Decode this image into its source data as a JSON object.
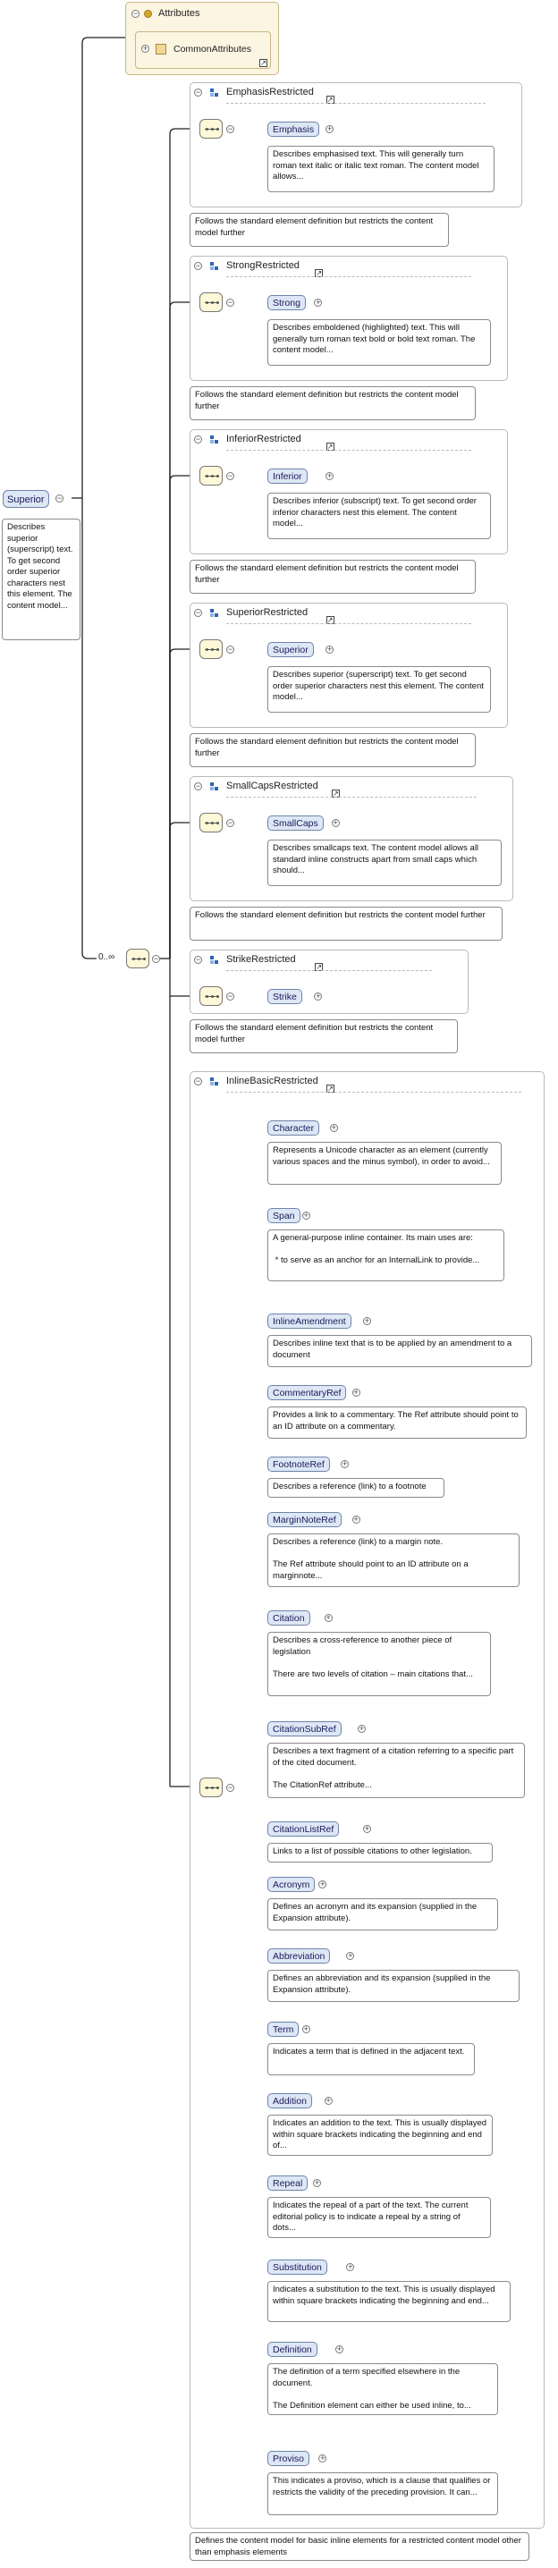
{
  "attributes": {
    "title": "Attributes",
    "common": "CommonAttributes"
  },
  "root": {
    "name": "Superior",
    "doc": "Describes superior (superscript) text. To get second order superior characters nest this element. The content model..."
  },
  "choice": {
    "occurrence": "0..∞"
  },
  "groups": [
    {
      "name": "EmphasisRestricted",
      "element": "Emphasis",
      "elem_doc": "Describes emphasised text. This will generally turn roman text italic or italic text roman. The content model allows...",
      "group_doc": "Follows the standard element definition but restricts the content model further"
    },
    {
      "name": "StrongRestricted",
      "element": "Strong",
      "elem_doc": "Describes emboldened (highlighted) text. This will generally turn roman text bold or bold text roman. The content model...",
      "group_doc": "Follows the standard element definition but restricts the content model further"
    },
    {
      "name": "InferiorRestricted",
      "element": "Inferior",
      "elem_doc": "Describes inferior (subscript) text. To get second order inferior characters nest this element. The content model...",
      "group_doc": "Follows the standard element definition but restricts the content model further"
    },
    {
      "name": "SuperiorRestricted",
      "element": "Superior",
      "elem_doc": "Describes superior (superscript) text. To get second order superior characters nest this element. The content model...",
      "group_doc": "Follows the standard element definition but restricts the content model further"
    },
    {
      "name": "SmallCapsRestricted",
      "element": "SmallCaps",
      "elem_doc": "Describes smallcaps text. The content model allows all standard inline constructs apart from small caps which should...",
      "group_doc": "Follows the standard element definition but restricts the content model further"
    },
    {
      "name": "StrikeRestricted",
      "element": "Strike",
      "elem_doc": "",
      "group_doc": "Follows the standard element definition but restricts the content model further"
    }
  ],
  "inline_basic": {
    "name": "InlineBasicRestricted",
    "group_doc": "Defines the content model for basic inline elements for a restricted content model other than emphasis elements",
    "elements": [
      {
        "name": "Character",
        "doc": "Represents a Unicode character as an element (currently various spaces and the minus symbol), in order to avoid..."
      },
      {
        "name": "Span",
        "doc": "A general-purpose inline container. Its main uses are:\n\n * to serve as an anchor for an InternalLink to provide..."
      },
      {
        "name": "InlineAmendment",
        "doc": "Describes inline text that is to be applied by an amendment to a document"
      },
      {
        "name": "CommentaryRef",
        "doc": "Provides a link to a commentary. The Ref attribute should point to an ID attribute on a commentary."
      },
      {
        "name": "FootnoteRef",
        "doc": "Describes a reference (link) to a footnote"
      },
      {
        "name": "MarginNoteRef",
        "doc": "Describes a reference (link) to a margin note.\n\nThe Ref attribute should point to an ID attribute on a marginnote..."
      },
      {
        "name": "Citation",
        "doc": "Describes a cross-reference to another piece of legislation\n\nThere are two levels of citation – main citations that..."
      },
      {
        "name": "CitationSubRef",
        "doc": "Describes a text fragment of a citation referring to a specific part of the cited document.\n\nThe CitationRef attribute..."
      },
      {
        "name": "CitationListRef",
        "doc": "Links to a list of possible citations to other legislation."
      },
      {
        "name": "Acronym",
        "doc": "Defines an acronym and its expansion (supplied in the Expansion attribute)."
      },
      {
        "name": "Abbreviation",
        "doc": "Defines an abbreviation and its expansion (supplied in the Expansion attribute)."
      },
      {
        "name": "Term",
        "doc": "Indicates a term that is defined in the adjacent text."
      },
      {
        "name": "Addition",
        "doc": "Indicates an addition to the text. This is usually displayed within square brackets indicating the beginning and end of..."
      },
      {
        "name": "Repeal",
        "doc": "Indicates the repeal of a part of the text. The current editorial policy is to indicate a repeal by a string of dots..."
      },
      {
        "name": "Substitution",
        "doc": "Indicates a substitution to the text. This is usually displayed within square brackets indicating the beginning and end..."
      },
      {
        "name": "Definition",
        "doc": "The definition of a term specified elsewhere in the document.\n\nThe Definition element can either be used inline, to..."
      },
      {
        "name": "Proviso",
        "doc": "This indicates a proviso, which is a clause that qualifies or restricts the validity of the preceding provision. It can..."
      }
    ]
  }
}
